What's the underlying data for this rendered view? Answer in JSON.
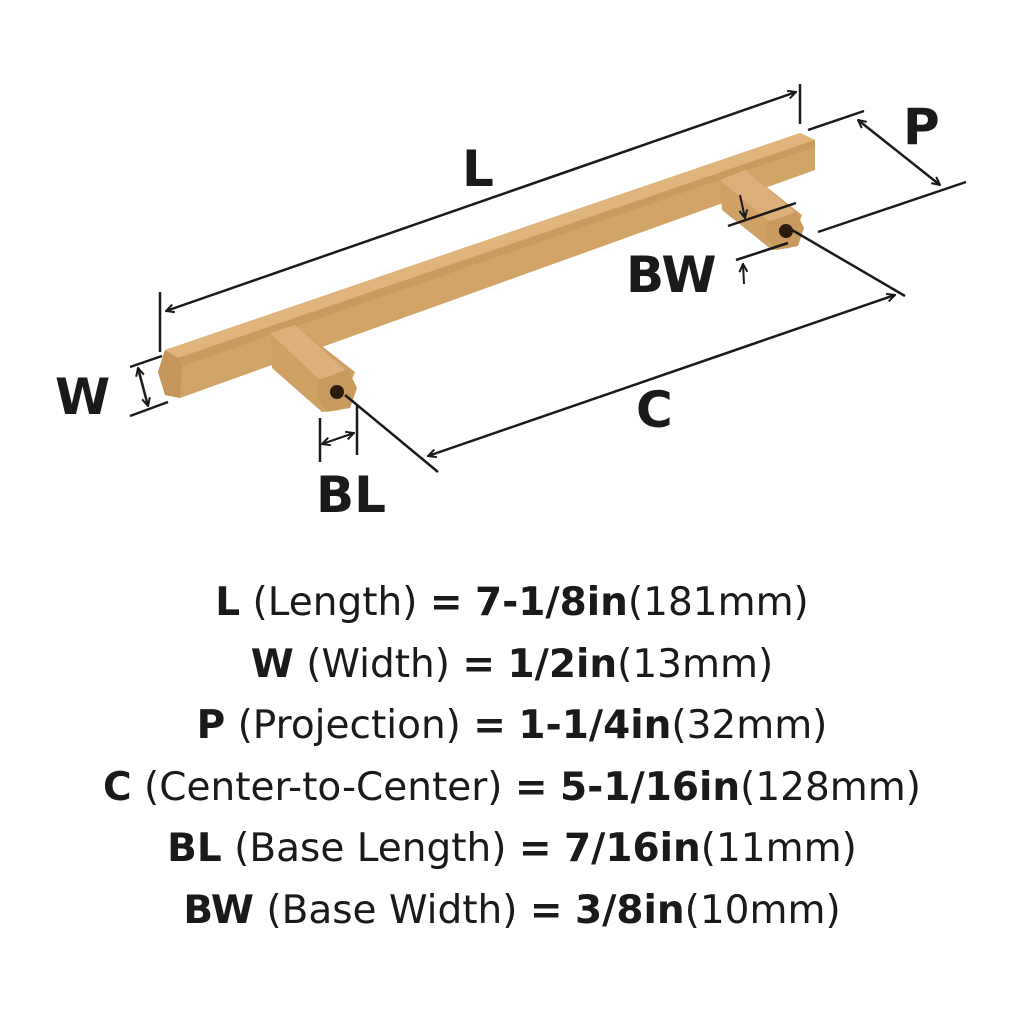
{
  "diagram": {
    "labels": {
      "L": "L",
      "P": "P",
      "BW": "BW",
      "W": "W",
      "C": "C",
      "BL": "BL"
    },
    "colors": {
      "finish": "#d2a468",
      "finish_dark": "#b88a4f",
      "finish_light": "#dfb57d",
      "lines": "#1a1a1a"
    }
  },
  "specs": [
    {
      "code": "L",
      "name": "(Length)",
      "eq": "=",
      "imperial": "7-1/8in",
      "metric": "(181mm)"
    },
    {
      "code": "W",
      "name": "(Width)",
      "eq": "=",
      "imperial": "1/2in",
      "metric": "(13mm)"
    },
    {
      "code": "P",
      "name": "(Projection)",
      "eq": "=",
      "imperial": "1-1/4in",
      "metric": "(32mm)"
    },
    {
      "code": "C",
      "name": "(Center-to-Center)",
      "eq": "=",
      "imperial": "5-1/16in",
      "metric": "(128mm)"
    },
    {
      "code": "BL",
      "name": "(Base Length)",
      "eq": "=",
      "imperial": "7/16in",
      "metric": "(11mm)"
    },
    {
      "code": "BW",
      "name": "(Base Width)",
      "eq": "=",
      "imperial": "3/8in",
      "metric": "(10mm)"
    }
  ]
}
